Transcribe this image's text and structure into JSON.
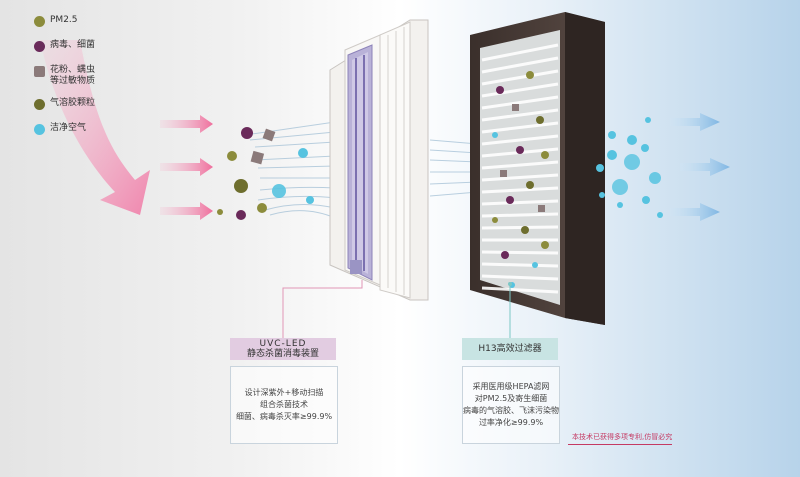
{
  "legend": {
    "items": [
      {
        "icon": "pm25-particle-icon",
        "label": "PM2.5",
        "color": "#8c8c3c"
      },
      {
        "icon": "virus-bacteria-icon",
        "label": "病毒、细菌",
        "color": "#6a2a5a"
      },
      {
        "icon": "pollen-mite-icon",
        "label": "花粉、螨虫\n等过敏物质",
        "color": "#8b7a7a"
      },
      {
        "icon": "aerosol-particle-icon",
        "label": "气溶胶颗粒",
        "color": "#6e6e2e"
      },
      {
        "icon": "clean-air-icon",
        "label": "洁净空气",
        "color": "#56c3e0"
      }
    ]
  },
  "uvc": {
    "title_line1": "UVC-LED",
    "title_line2": "静态杀菌消毒装置",
    "header_color": "#e2cce1",
    "lines": [
      "设计深紫外+移动扫描",
      "组合杀菌技术",
      "细菌、病毒杀灭率≥99.9%"
    ]
  },
  "hepa": {
    "title": "H13高效过滤器",
    "header_color": "#c8e4e3",
    "lines": [
      "采用医用级HEPA滤网",
      "对PM2.5及寄生细菌",
      "病毒的气溶胶、飞沫污染物",
      "过率净化≥99.9%"
    ]
  },
  "patent_note": "本技术已获得多项专利,仿冒必究",
  "colors": {
    "inflow_arrow": "#f28db0",
    "outflow_arrow": "#9cc6e6",
    "accent": "#c53a63"
  }
}
